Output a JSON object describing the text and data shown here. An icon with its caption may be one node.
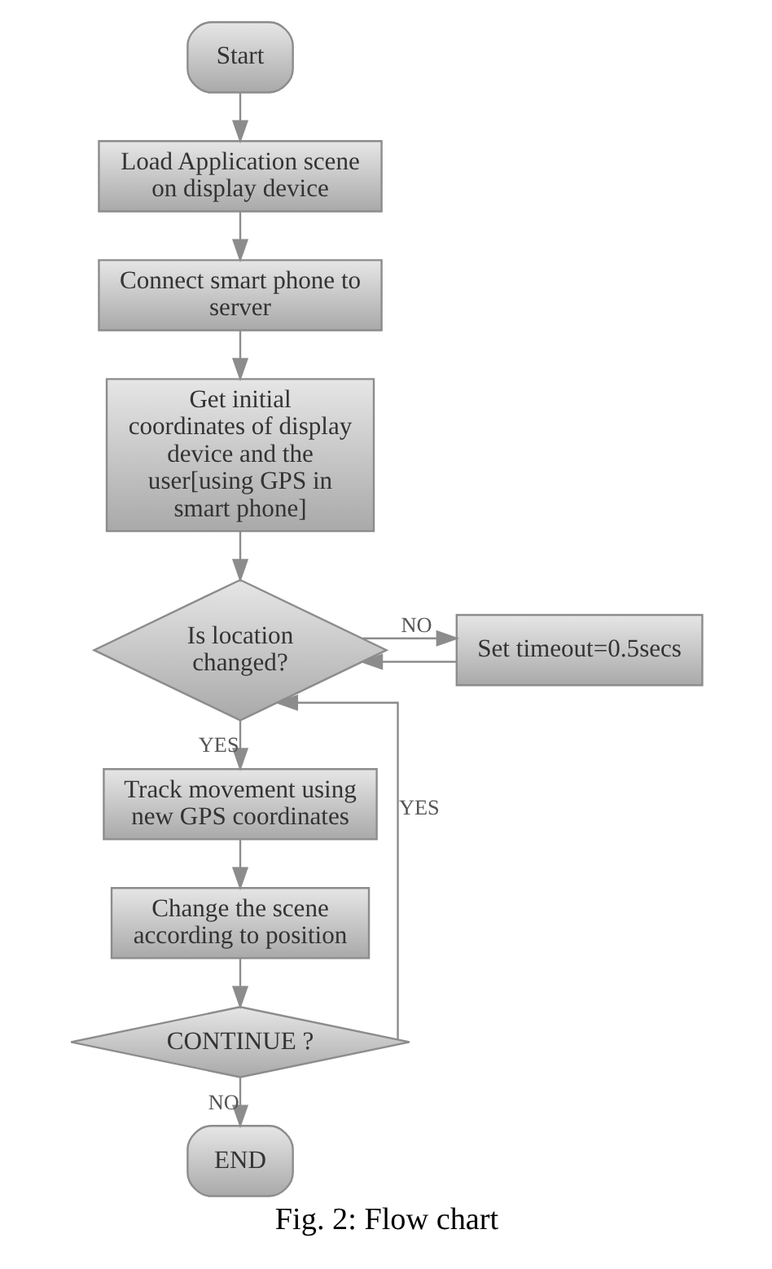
{
  "diagram": {
    "caption": "Fig. 2: Flow chart",
    "nodes": [
      {
        "text": [
          "Start"
        ]
      },
      {
        "text": [
          "Load Application scene on display device"
        ]
      },
      {
        "text": [
          "Connect smart phone to server"
        ]
      },
      {
        "text": [
          "Get initial coordinates of display device and the user[using GPS in smart phone]"
        ]
      },
      {
        "text": [
          "Is location changed?"
        ]
      },
      {
        "text": [
          "Set timeout=0.5secs"
        ]
      },
      {
        "text": [
          "Track movement using new GPS coordinates"
        ]
      },
      {
        "text": [
          "Change the scene according to position"
        ]
      },
      {
        "text": [
          "CONTINUE ?"
        ]
      },
      {
        "text": [
          "END"
        ]
      }
    ],
    "edges": [
      {
        "from": 0,
        "to": 1,
        "arrow": "to"
      },
      {
        "from": 1,
        "to": 2,
        "arrow": "to"
      },
      {
        "from": 2,
        "to": 3,
        "arrow": "to"
      },
      {
        "from": 3,
        "to": 4,
        "arrow": "to"
      },
      {
        "from": 4,
        "to": 5,
        "arrow": "to",
        "label": "NO"
      },
      {
        "from": 5,
        "to": 4,
        "arrow": "to"
      },
      {
        "from": 4,
        "to": 6,
        "arrow": "to",
        "label": "YES"
      },
      {
        "from": 6,
        "to": 7,
        "arrow": "to"
      },
      {
        "from": 7,
        "to": 8,
        "arrow": "to"
      },
      {
        "from": 8,
        "to": 4,
        "arrow": "to",
        "label": "YES"
      },
      {
        "from": 8,
        "to": 9,
        "arrow": "to",
        "label": "NO"
      }
    ]
  }
}
